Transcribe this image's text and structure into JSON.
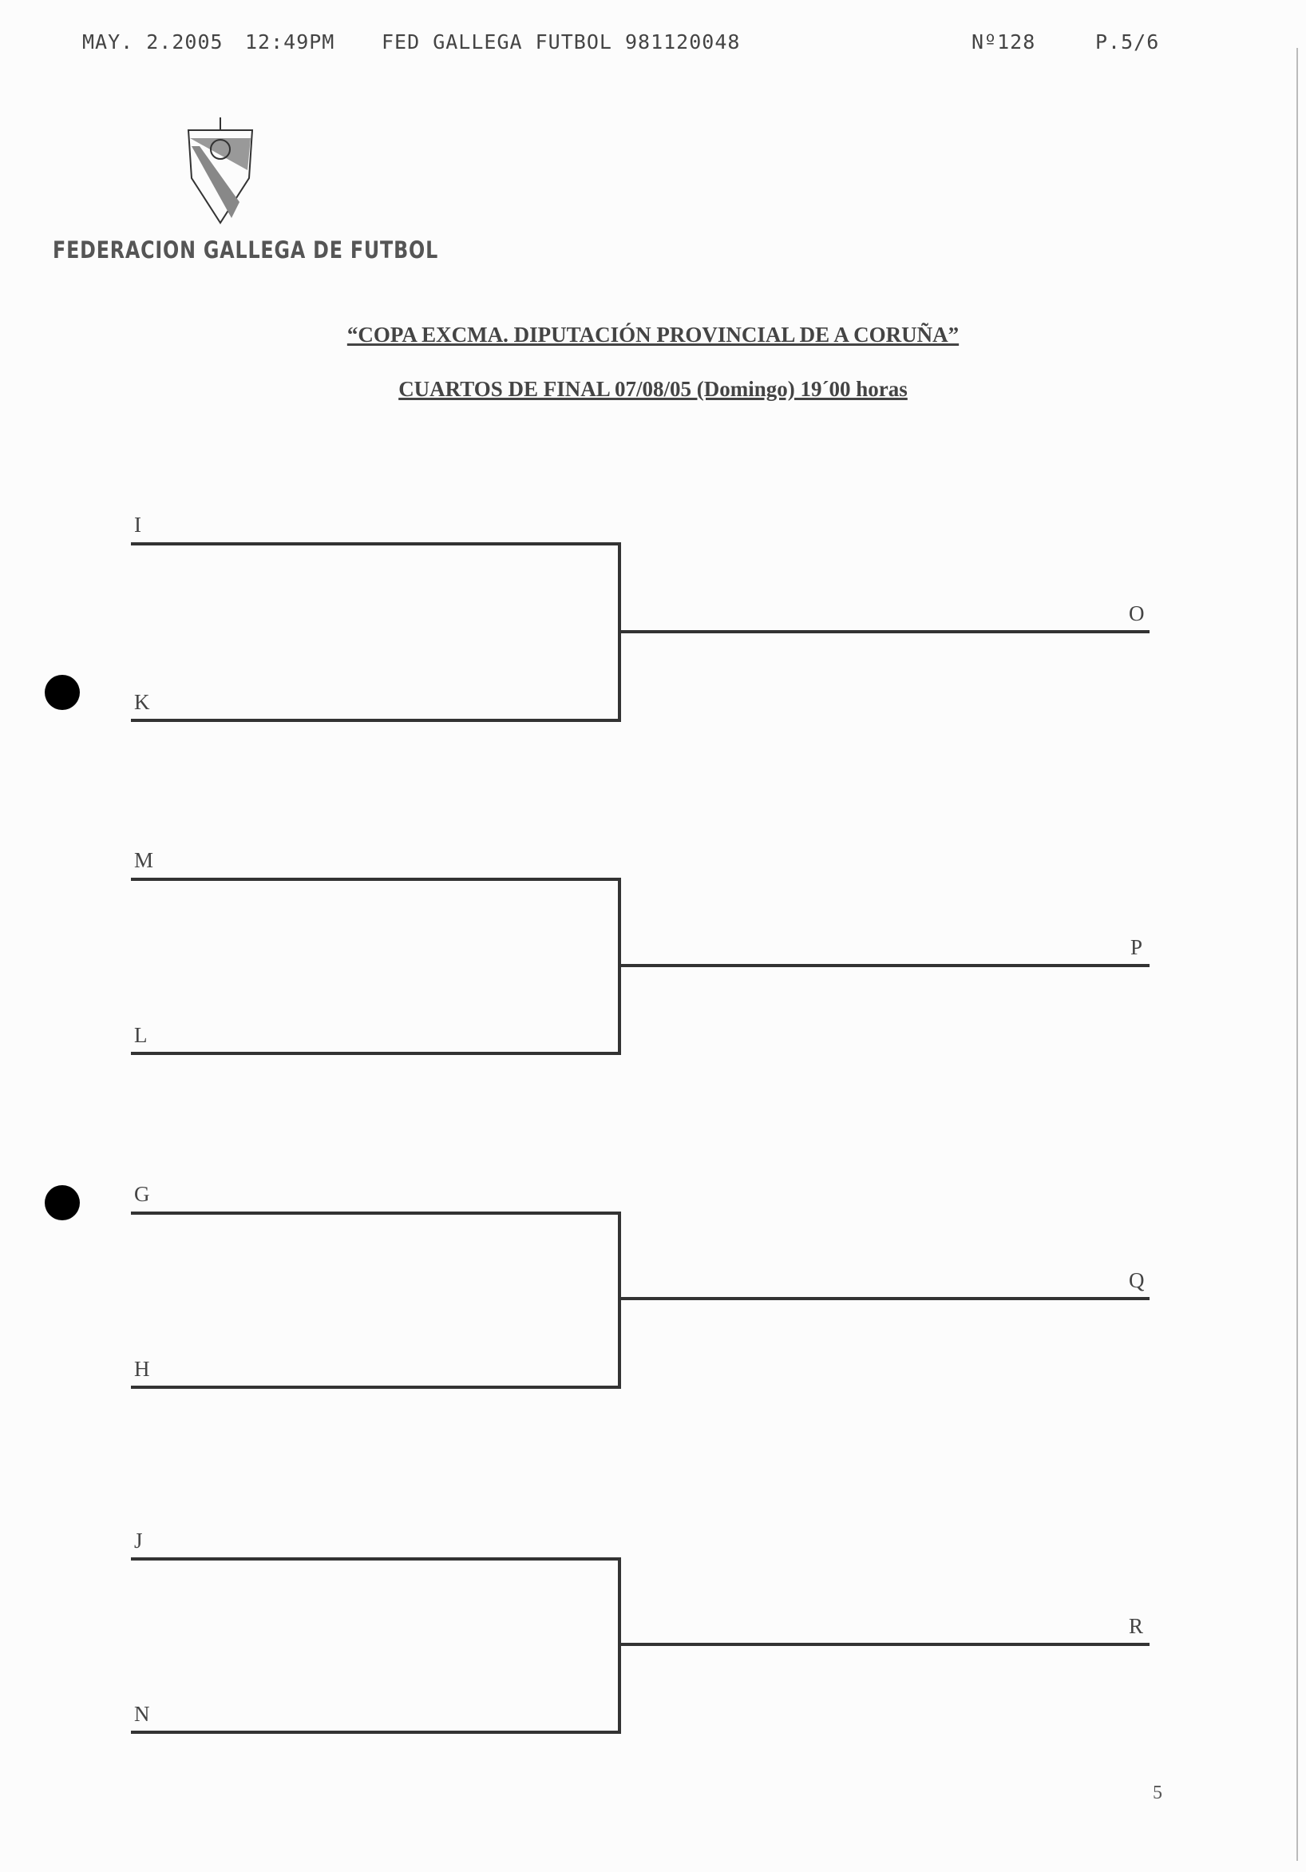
{
  "fax_header": {
    "date": "MAY. 2.2005",
    "time": "12:49PM",
    "sender": "FED GALLEGA FUTBOL 981120048",
    "number": "Nº128",
    "page": "P.5/6"
  },
  "organization": "FEDERACION GALLEGA DE FUTBOL",
  "title": "“COPA EXCMA. DIPUTACIÓN PROVINCIAL DE A CORUÑA”",
  "subtitle": "CUARTOS DE FINAL  07/08/05 (Domingo) 19´00 horas",
  "brackets": [
    {
      "top": "I",
      "bottom": "K",
      "winner": "O"
    },
    {
      "top": "M",
      "bottom": "L",
      "winner": "P"
    },
    {
      "top": "G",
      "bottom": "H",
      "winner": "Q"
    },
    {
      "top": "J",
      "bottom": "N",
      "winner": "R"
    }
  ],
  "page_number": "5"
}
